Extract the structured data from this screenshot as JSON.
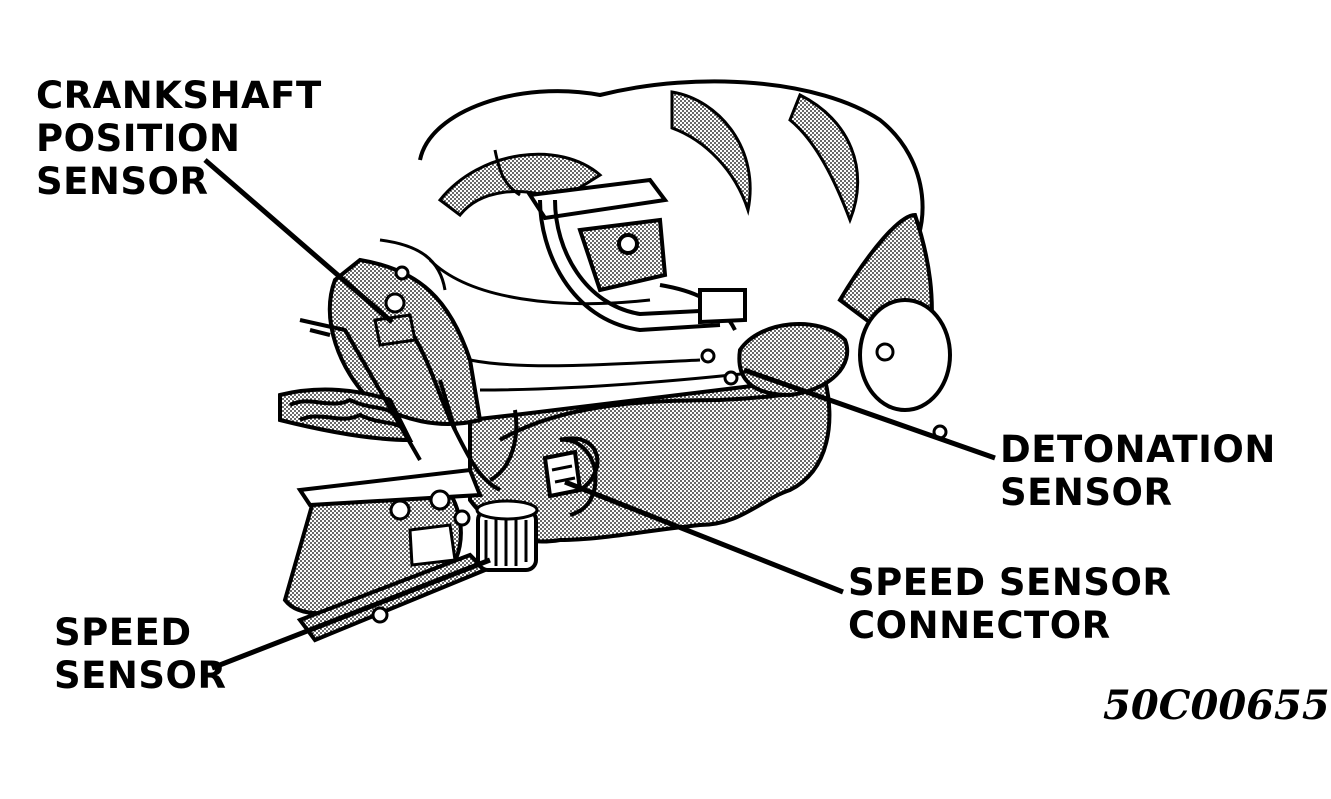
{
  "labels": {
    "crankshaft_position_sensor": [
      "CRANKSHAFT",
      "POSITION",
      "SENSOR"
    ],
    "detonation_sensor": [
      "DETONATION",
      "SENSOR"
    ],
    "speed_sensor_connector": [
      "SPEED SENSOR",
      "CONNECTOR"
    ],
    "speed_sensor": [
      "SPEED",
      "SENSOR"
    ]
  },
  "figure_id": "50C00655",
  "colors": {
    "ink": "#000000",
    "paper": "#ffffff",
    "shade": "#8a8a8a"
  }
}
